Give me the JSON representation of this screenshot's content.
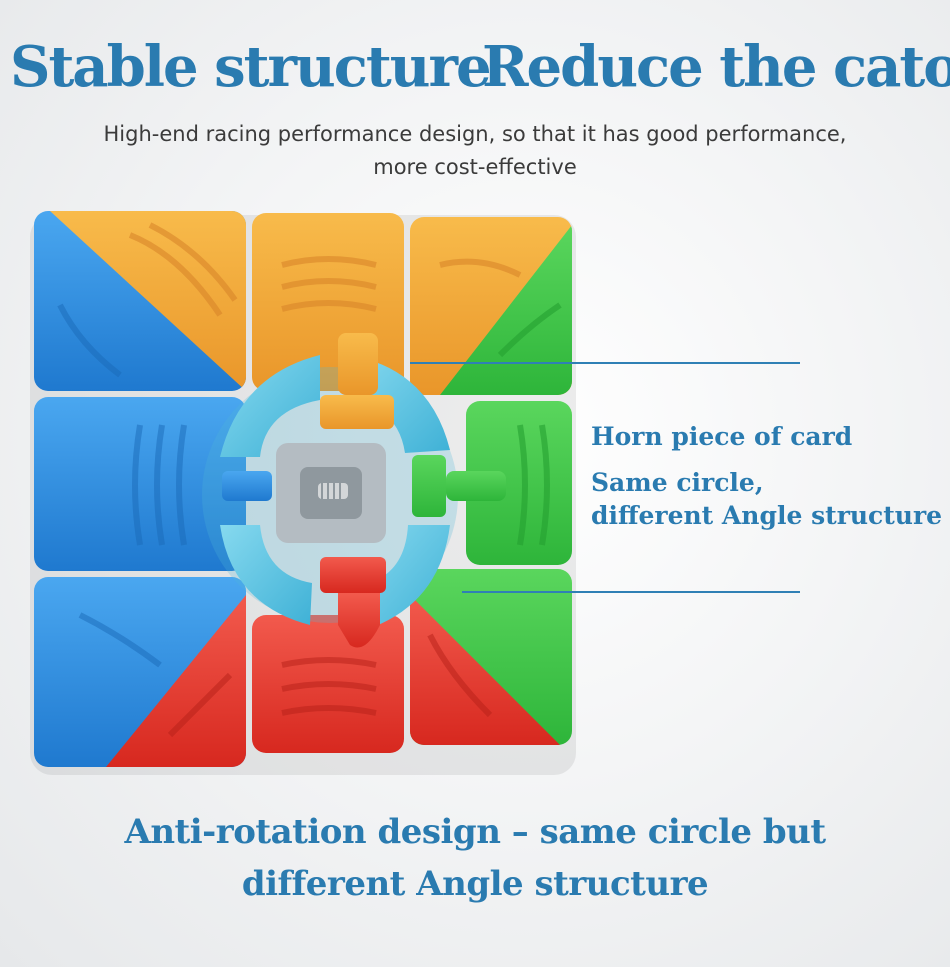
{
  "headline": {
    "left": "Stable structure",
    "right": "Reduce the caton"
  },
  "subtitle": {
    "line1": "High-end racing performance design, so that it has good performance,",
    "line2": "more cost-effective"
  },
  "callouts": {
    "horn": "Horn piece of card",
    "same_circle_1": "Same circle,",
    "same_circle_2": "different Angle structure"
  },
  "footer": {
    "line1": "Anti-rotation design – same circle but",
    "line2": "different Angle structure"
  },
  "colors": {
    "accent": "#2a7bb0",
    "cube_blue": "#2e8fe0",
    "cube_orange": "#f3a93a",
    "cube_green": "#3fcb4a",
    "cube_red": "#ec3b32",
    "core_cyan": "#5fc6e3"
  }
}
